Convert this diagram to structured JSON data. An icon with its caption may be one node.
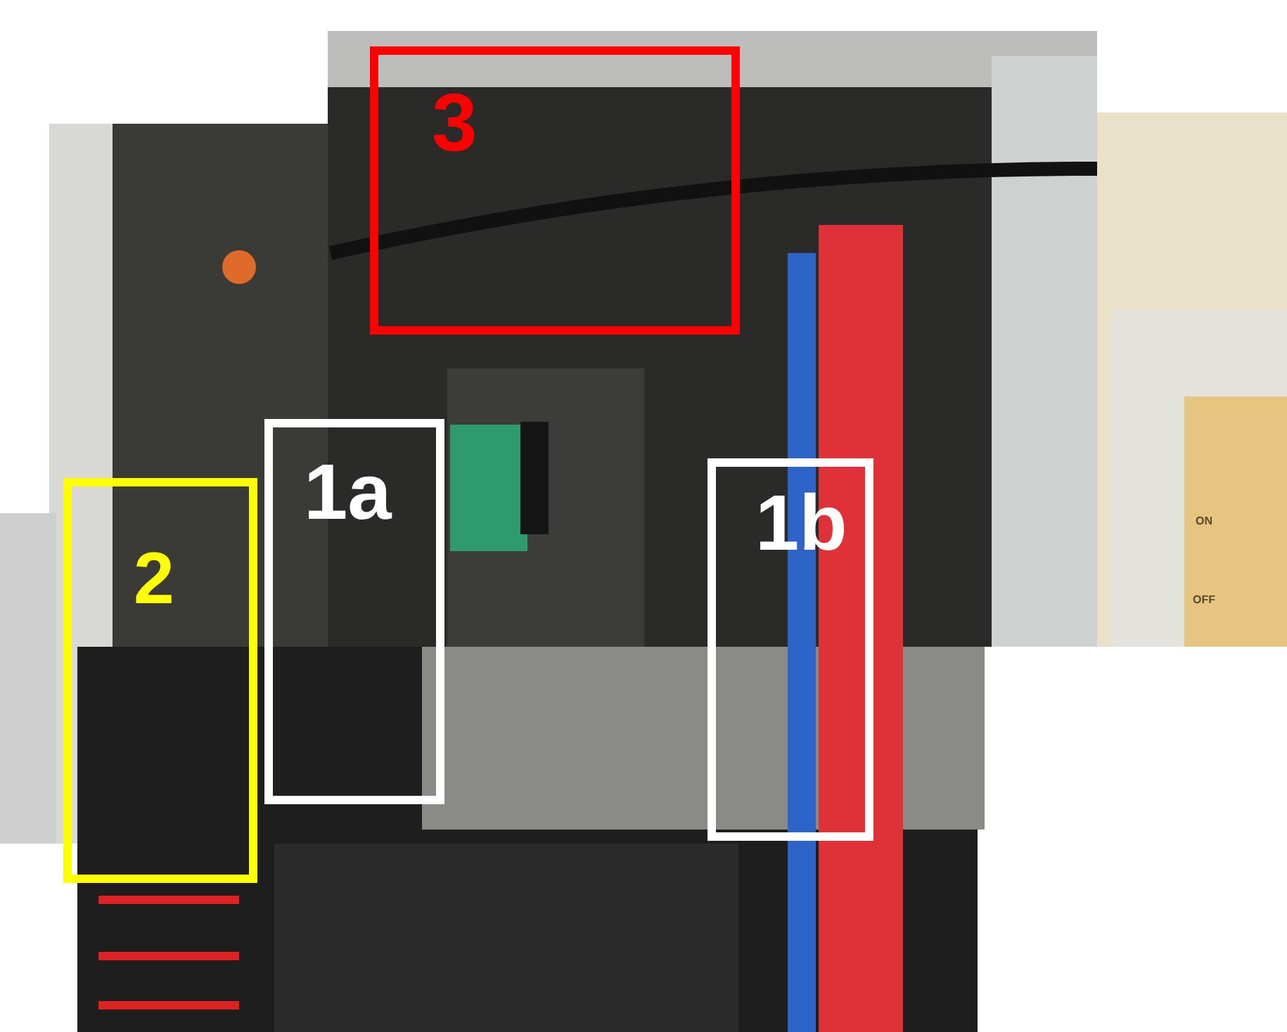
{
  "diagram": {
    "nodes": [
      {
        "text": [
          "3"
        ]
      },
      {
        "text": [
          "1a"
        ]
      },
      {
        "text": [
          "1b"
        ]
      },
      {
        "text": [
          "2"
        ]
      }
    ],
    "labels": [
      "ON",
      "OFF"
    ]
  }
}
